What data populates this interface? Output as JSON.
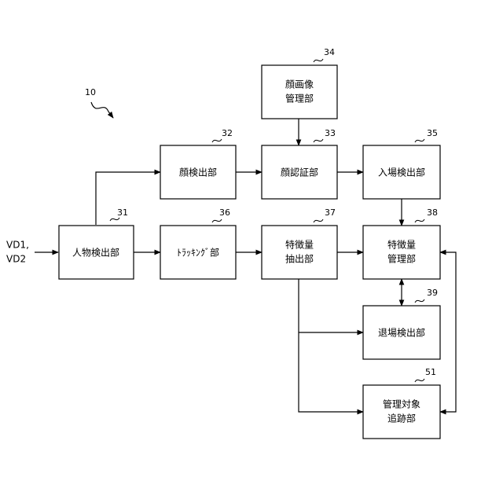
{
  "figure_ref": "10",
  "inputs": {
    "line1": "VD1,",
    "line2": "VD2"
  },
  "blocks": {
    "b31": {
      "ref": "31",
      "lines": [
        "人物検出部"
      ]
    },
    "b32": {
      "ref": "32",
      "lines": [
        "顔検出部"
      ]
    },
    "b33": {
      "ref": "33",
      "lines": [
        "顔認証部"
      ]
    },
    "b34": {
      "ref": "34",
      "lines": [
        "顔画像",
        "管理部"
      ]
    },
    "b35": {
      "ref": "35",
      "lines": [
        "入場検出部"
      ]
    },
    "b36": {
      "ref": "36",
      "lines": [
        "ﾄﾗｯｷﾝｸﾞ部"
      ]
    },
    "b37": {
      "ref": "37",
      "lines": [
        "特徴量",
        "抽出部"
      ]
    },
    "b38": {
      "ref": "38",
      "lines": [
        "特徴量",
        "管理部"
      ]
    },
    "b39": {
      "ref": "39",
      "lines": [
        "退場検出部"
      ]
    },
    "b51": {
      "ref": "51",
      "lines": [
        "管理対象",
        "追跡部"
      ]
    }
  }
}
